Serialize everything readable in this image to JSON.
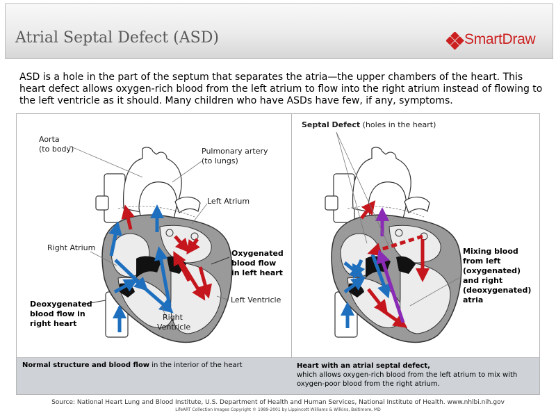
{
  "header": {
    "title": "Atrial Septal Defect (ASD)",
    "logo_text": "SmartDraw",
    "logo_color": "#cc1f1f"
  },
  "intro": "ASD is a hole in the part of the septum that separates the atria—the upper chambers of the heart. This heart defect allows oxygen-rich blood from the left atrium to flow into the right atrium instead of flowing to the left ventricle as it should. Many children who have ASDs have few, if any, symptoms.",
  "left_panel": {
    "labels": {
      "aorta": "Aorta",
      "aorta_sub": "(to body)",
      "pulmonary": "Pulmonary artery",
      "pulmonary_sub": "(to lungs)",
      "left_atrium": "Left Atrium",
      "right_atrium": "Right Atrium",
      "left_ventricle": "Left Ventricle",
      "right_ventricle_1": "Right",
      "right_ventricle_2": "Ventricle"
    },
    "callouts": {
      "oxygenated_1": "Oxygenated",
      "oxygenated_2": "blood flow",
      "oxygenated_3": "in left heart",
      "deoxygenated_1": "Deoxygenated",
      "deoxygenated_2": "blood flow in",
      "deoxygenated_3": "right heart"
    },
    "caption_bold": "Normal structure and blood flow",
    "caption_rest": " in the interior of the heart"
  },
  "right_panel": {
    "septal_bold": "Septal Defect",
    "septal_rest": " (holes in the heart)",
    "mixing": [
      "Mixing blood",
      "from left",
      "(oxygenated)",
      "and right",
      "(deoxygenated)",
      "atria"
    ],
    "caption_bold": "Heart with an atrial septal defect,",
    "caption_rest": "which allows oxygen-rich blood from the left atrium to mix with oxygen-poor blood from the right atrium."
  },
  "colors": {
    "oxygenated": "#c4161c",
    "deoxygenated": "#1f6fbf",
    "mixed": "#8a2bb5",
    "heart_wall": "#9a9a9a"
  },
  "source": "Source: National Heart Lung and Blood Institute, U.S. Department of Health and Human Services, National Institute of Health.  www.nhlbi.nih.gov",
  "copyright": "LifeART Collection Images Copyright © 1989-2001 by Lippincott Williams & Wilkins, Baltimore, MD"
}
